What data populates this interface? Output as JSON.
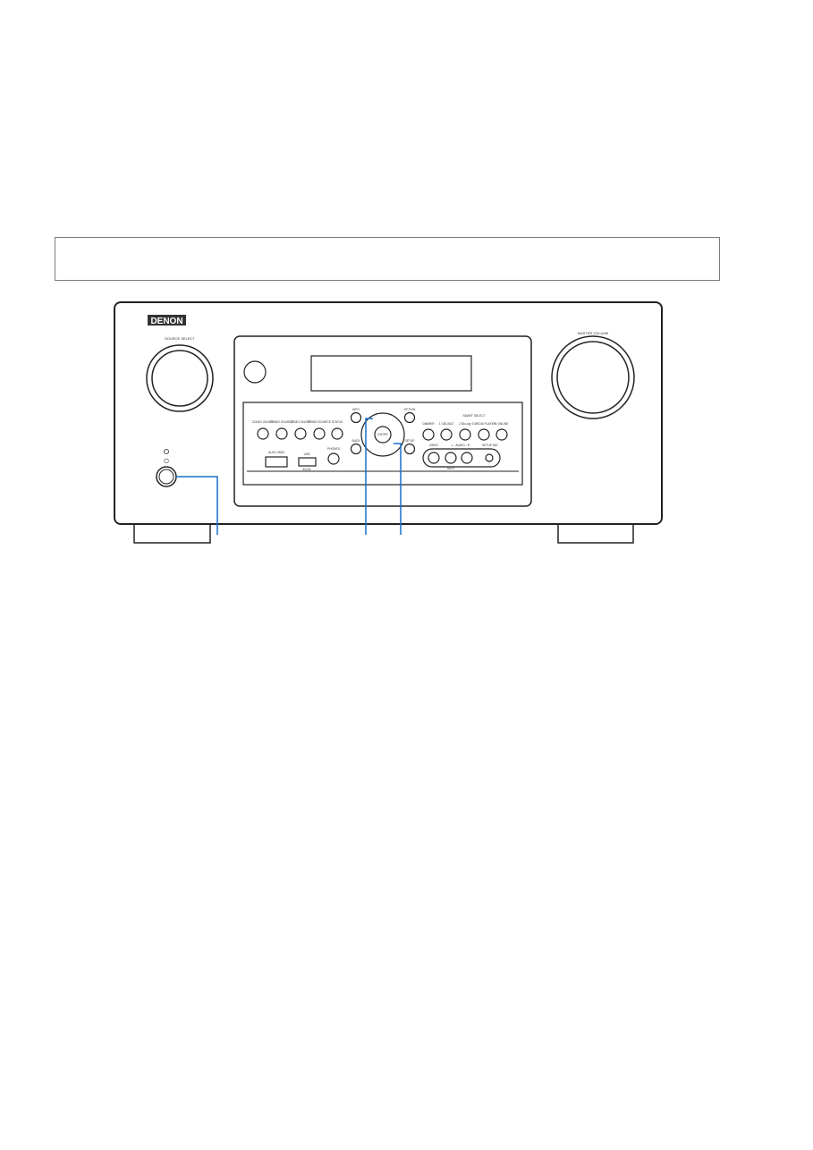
{
  "note_box": {
    "text": ""
  },
  "device": {
    "brand": "DENON",
    "source_select": "SOURCE SELECT",
    "master_volume": "MASTER VOLUME",
    "buttons": {
      "zone2_onoff": "ZONE2 ON/OFF",
      "zone2_source": "ZONE2 SOURCE",
      "zone3_onoff": "ZONE3 ON/OFF",
      "zone3_source": "ZONE3 SOURCE",
      "status": "STATUS",
      "info": "INFO",
      "option": "OPTION",
      "back": "BACK",
      "setup": "SETUP",
      "enter": "ENTER",
      "dimmer": "DIMMER"
    },
    "smart_select": "SMART SELECT",
    "smart": [
      "1 CBL/SAT",
      "2 Blu-ray",
      "3 MEDIA PLAYER",
      "4 ONLINE"
    ],
    "aux_hdmi": "AUX1 HDMI",
    "usb": "USB",
    "usb_power": "5V/1A",
    "phones": "PHONES",
    "video": "VIDEO",
    "audio": "L - AUDIO - R",
    "setup_mic": "SETUP MIC",
    "aux1": "AUX1"
  },
  "colors": {
    "callout": "#1a6fc9"
  }
}
